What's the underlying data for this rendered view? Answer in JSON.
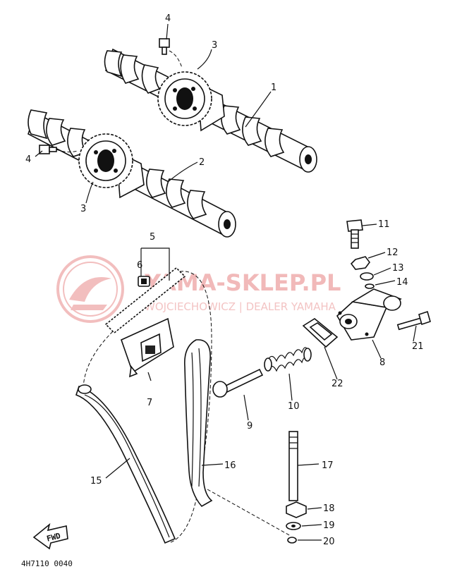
{
  "watermark": {
    "brand": "YAMA-SKLEP.PL",
    "subline": "WOJCIECHOWICZ | DEALER YAMAHA"
  },
  "labels": {
    "p1": "1",
    "p2": "2",
    "p3a": "3",
    "p3b": "3",
    "p4a": "4",
    "p4b": "4",
    "p5": "5",
    "p6": "6",
    "p7": "7",
    "p8": "8",
    "p9": "9",
    "p10": "10",
    "p11": "11",
    "p12": "12",
    "p13": "13",
    "p14": "14",
    "p15": "15",
    "p16": "16",
    "p17": "17",
    "p18": "18",
    "p19": "19",
    "p20": "20",
    "p21": "21",
    "p22": "22"
  },
  "fwd_label": "FWD",
  "drawing_code": "4H7110 0040",
  "colors": {
    "ink": "#111111",
    "watermark": "#e98a8a"
  }
}
